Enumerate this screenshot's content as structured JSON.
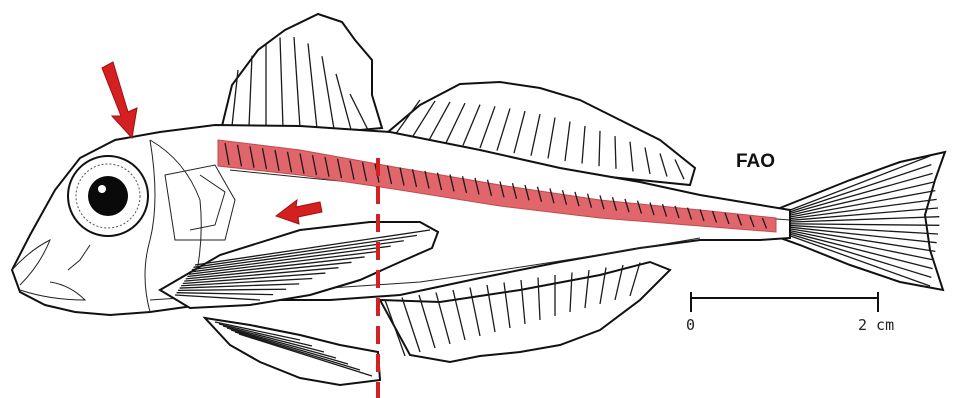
{
  "label": "FAO",
  "scale_bar": {
    "start_label": "0",
    "end_label": "2 cm"
  },
  "colors": {
    "highlight": "#e0666b",
    "arrow": "#d42020",
    "dashed_line": "#d42020",
    "ink": "#111111"
  },
  "icons": [
    "arrow-head-icon",
    "arrow-pectoral-icon"
  ]
}
